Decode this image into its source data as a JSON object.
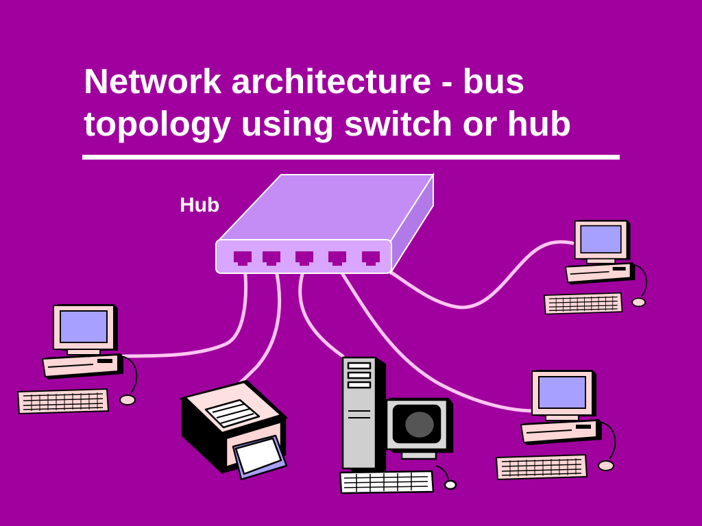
{
  "slide": {
    "title_line1": "Network architecture - bus",
    "title_line2": "topology using switch or hub",
    "hub_label": "Hub"
  },
  "colors": {
    "background": "#a0009e",
    "text": "#ffffff",
    "hub_front": "#d9a6ff",
    "hub_top": "#c48cf5",
    "cable": "#ffc6f0",
    "port": "#a0009e",
    "computer_body": "#ffd6d6",
    "screen": "#a8a0ff"
  },
  "nodes": [
    {
      "id": "left-computer",
      "icon": "desktop-computer-icon"
    },
    {
      "id": "printer",
      "icon": "printer-icon"
    },
    {
      "id": "tower-computer",
      "icon": "tower-computer-icon"
    },
    {
      "id": "lower-right-computer",
      "icon": "desktop-computer-icon"
    },
    {
      "id": "upper-right-computer",
      "icon": "desktop-computer-icon"
    }
  ]
}
